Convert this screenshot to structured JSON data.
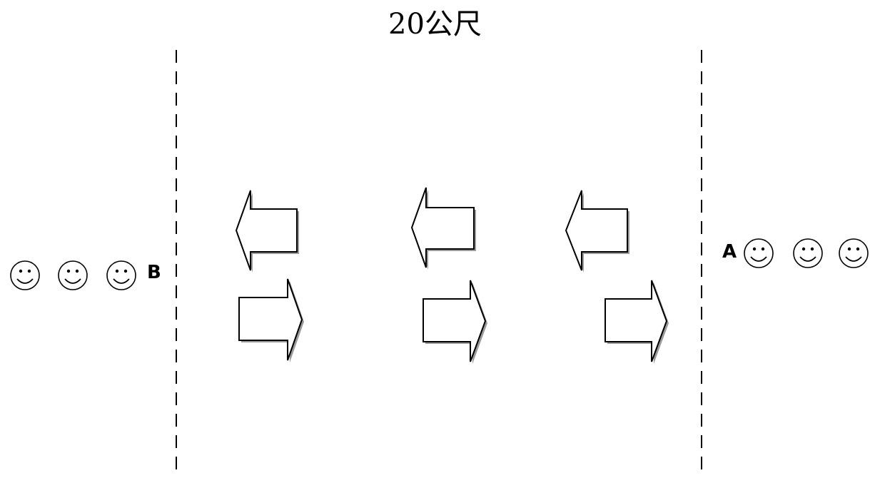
{
  "diagram": {
    "distance_label": "20公尺",
    "team_left": {
      "label": "B",
      "player_count": 3
    },
    "team_right": {
      "label": "A",
      "player_count": 3
    },
    "arrows_left_pointing": 3,
    "arrows_right_pointing": 3,
    "colors": {
      "line": "#000000",
      "shadow": "#9a9a9a",
      "fill": "#ffffff"
    },
    "icons": [
      "smiley-face-icon",
      "left-arrow-icon",
      "right-arrow-icon"
    ]
  }
}
